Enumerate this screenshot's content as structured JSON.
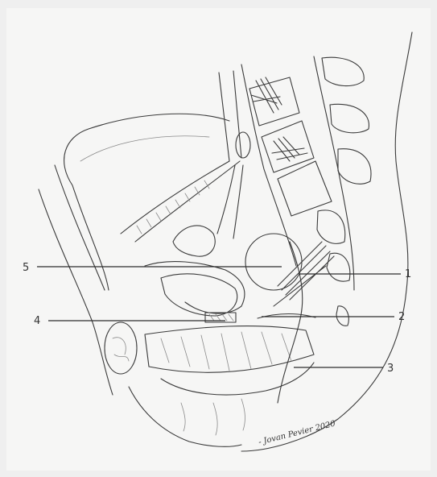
{
  "labels": {
    "l1": "1",
    "l2": "2",
    "l3": "3",
    "l4": "4",
    "l5": "5"
  },
  "signature": "- Jovan Pevier 2020"
}
